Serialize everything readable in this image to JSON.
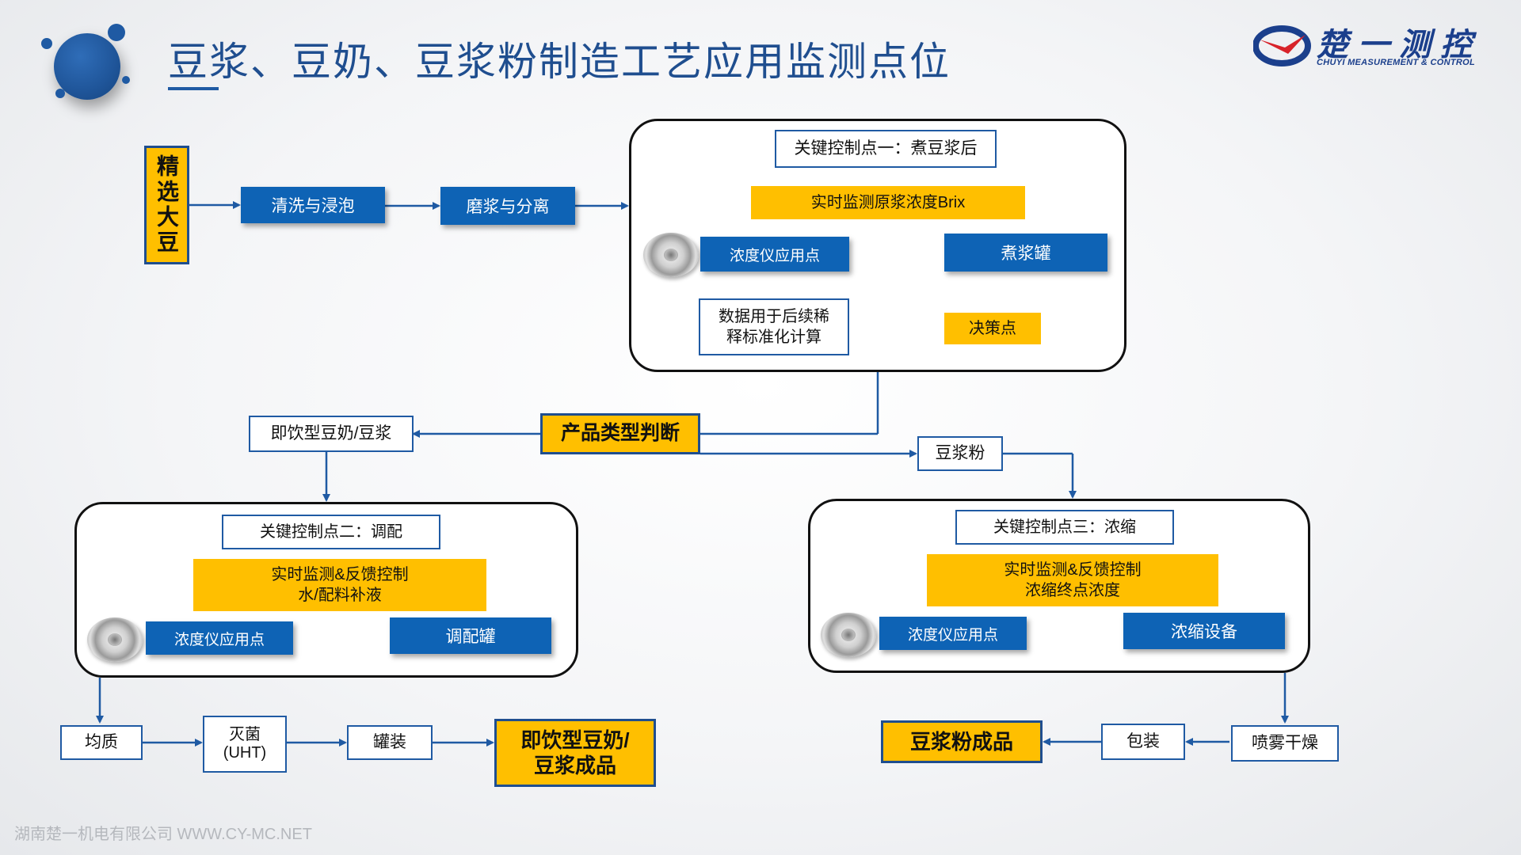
{
  "header": {
    "title": "豆浆、豆奶、豆浆粉制造工艺应用监测点位",
    "brand_cn": "楚一测控",
    "brand_en": "CHUYI MEASUREMENT & CONTROL"
  },
  "footer": "湖南楚一机电有限公司 WWW.CY-MC.NET",
  "colors": {
    "primary_blue": "#0e63b5",
    "accent_yellow": "#ffbf00",
    "title_blue": "#1f4e8f"
  },
  "flow_top": {
    "start": "精选大豆",
    "step1": "清洗与浸泡",
    "step2": "磨浆与分离"
  },
  "ccp1": {
    "title": "关键控制点一：煮豆浆后",
    "monitor": "实时监测原浆浓度Brix",
    "meter": "浓度仪应用点",
    "tank": "煮浆罐",
    "data_line1": "数据用于后续稀",
    "data_line2": "释标准化计算",
    "decision": "决策点"
  },
  "judge": "产品类型判断",
  "branch_left": "即饮型豆奶/豆浆",
  "branch_right": "豆浆粉",
  "ccp2": {
    "title": "关键控制点二：调配",
    "monitor_line1": "实时监测&反馈控制",
    "monitor_line2": "水/配料补液",
    "meter": "浓度仪应用点",
    "tank": "调配罐"
  },
  "ccp3": {
    "title": "关键控制点三：浓缩",
    "monitor_line1": "实时监测&反馈控制",
    "monitor_line2": "浓缩终点浓度",
    "meter": "浓度仪应用点",
    "tank": "浓缩设备"
  },
  "flow_left": {
    "s1": "均质",
    "s2_line1": "灭菌",
    "s2_line2": "(UHT)",
    "s3": "罐装",
    "final_line1": "即饮型豆奶/",
    "final_line2": "豆浆成品"
  },
  "flow_right": {
    "s1": "喷雾干燥",
    "s2": "包装",
    "final": "豆浆粉成品"
  }
}
